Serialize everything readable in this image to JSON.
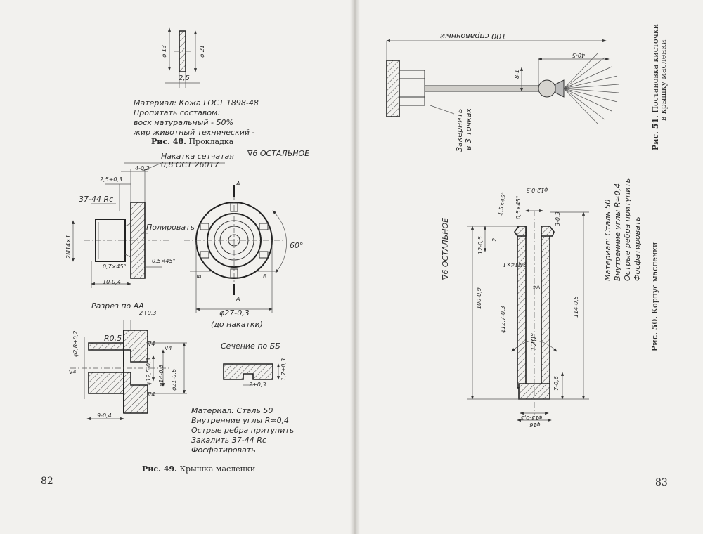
{
  "left_page": {
    "page_number": "82",
    "fig48": {
      "caption_label": "Рис. 48.",
      "caption_text": "Прокладка",
      "dim_d13": "φ 13",
      "dim_d21": "φ 21",
      "dim_thickness": "2,5",
      "material_lines": [
        "Материал: Кожа ГОСТ 1898-48",
        "Пропитать составом:",
        "воск натуральный - 50%",
        "жир животный технический -"
      ]
    },
    "fig49": {
      "caption_label": "Рис. 49.",
      "caption_text": "Крышка масленки",
      "roughness_rest": "∇6 ОСТАЛЬНОЕ",
      "knurl_note_1": "Накатка сетчатая",
      "knurl_note_2": "0,8 ОСТ 26017",
      "dim_4": "4-0,2",
      "dim_25": "2,5+0,3",
      "hardness": "37-44 Rc",
      "thread": "2M14×1",
      "polish": "Полировать",
      "chamfer_07": "0,7×45°",
      "chamfer_05": "0,5×45°",
      "dim_10": "10-0,4",
      "section_a": "А",
      "angle_60": "60°",
      "section_b": "Б",
      "dim_d27": "φ27-0,3",
      "knurl_dia_note": "(до накатки)",
      "section_aa_title": "Разрез по АА",
      "radius": "R0,5",
      "dim_2": "2+0,3",
      "dim_d28": "φ2,8+0,2",
      "roughness_4": "∇4",
      "dim_d125": "φ12,5-0,3",
      "dim_d14": "φ14-0,5",
      "dim_d21": "φ21-0,6",
      "dim_9": "9-0,4",
      "section_bb_title": "Сечение по ББ",
      "dim_17": "1,7+0,3",
      "dim_2b": "2+0,3",
      "material_lines": [
        "Материал: Сталь 50",
        "Внутренние углы R≈0,4",
        "Острые ребра притупить",
        "Закалить 37-44 Rc",
        "Фосфатировать"
      ]
    }
  },
  "right_page": {
    "page_number": "83",
    "fig51": {
      "caption_label": "Рис. 51.",
      "caption_text_1": "Постановка кисточки",
      "caption_text_2": "в крышку масленки",
      "dim_100": "100 справочный",
      "dim_40": "40-5",
      "dim_8": "8-1",
      "solder_note_1": "Закернить",
      "solder_note_2": "в 3 точках"
    },
    "fig50": {
      "caption_label": "Рис. 50.",
      "caption_text": "Корпус масленки",
      "roughness_rest": "∇6 ОСТАЛЬНОЕ",
      "chamfer_15": "1,5×45°",
      "chamfer_05": "0,5×45°",
      "dim_d12": "φ12-0,3",
      "dim_3": "3-0,3",
      "dim_12": "12-0,5",
      "dim_2": "2",
      "thread": "2M14×1",
      "roughness_4": "∇4",
      "dim_100": "100-0,9",
      "dim_114": "114-0,5",
      "dim_d127": "φ12,7-0,3",
      "angle_120": "120°",
      "dim_7": "7-0,6",
      "dim_d13": "φ13-0,3",
      "dim_d16": "φ16",
      "material_lines": [
        "Материал: Сталь 50",
        "Внутренние углы R≈0,4",
        "Острые ребра притупить",
        "Фосфатировать"
      ]
    }
  }
}
